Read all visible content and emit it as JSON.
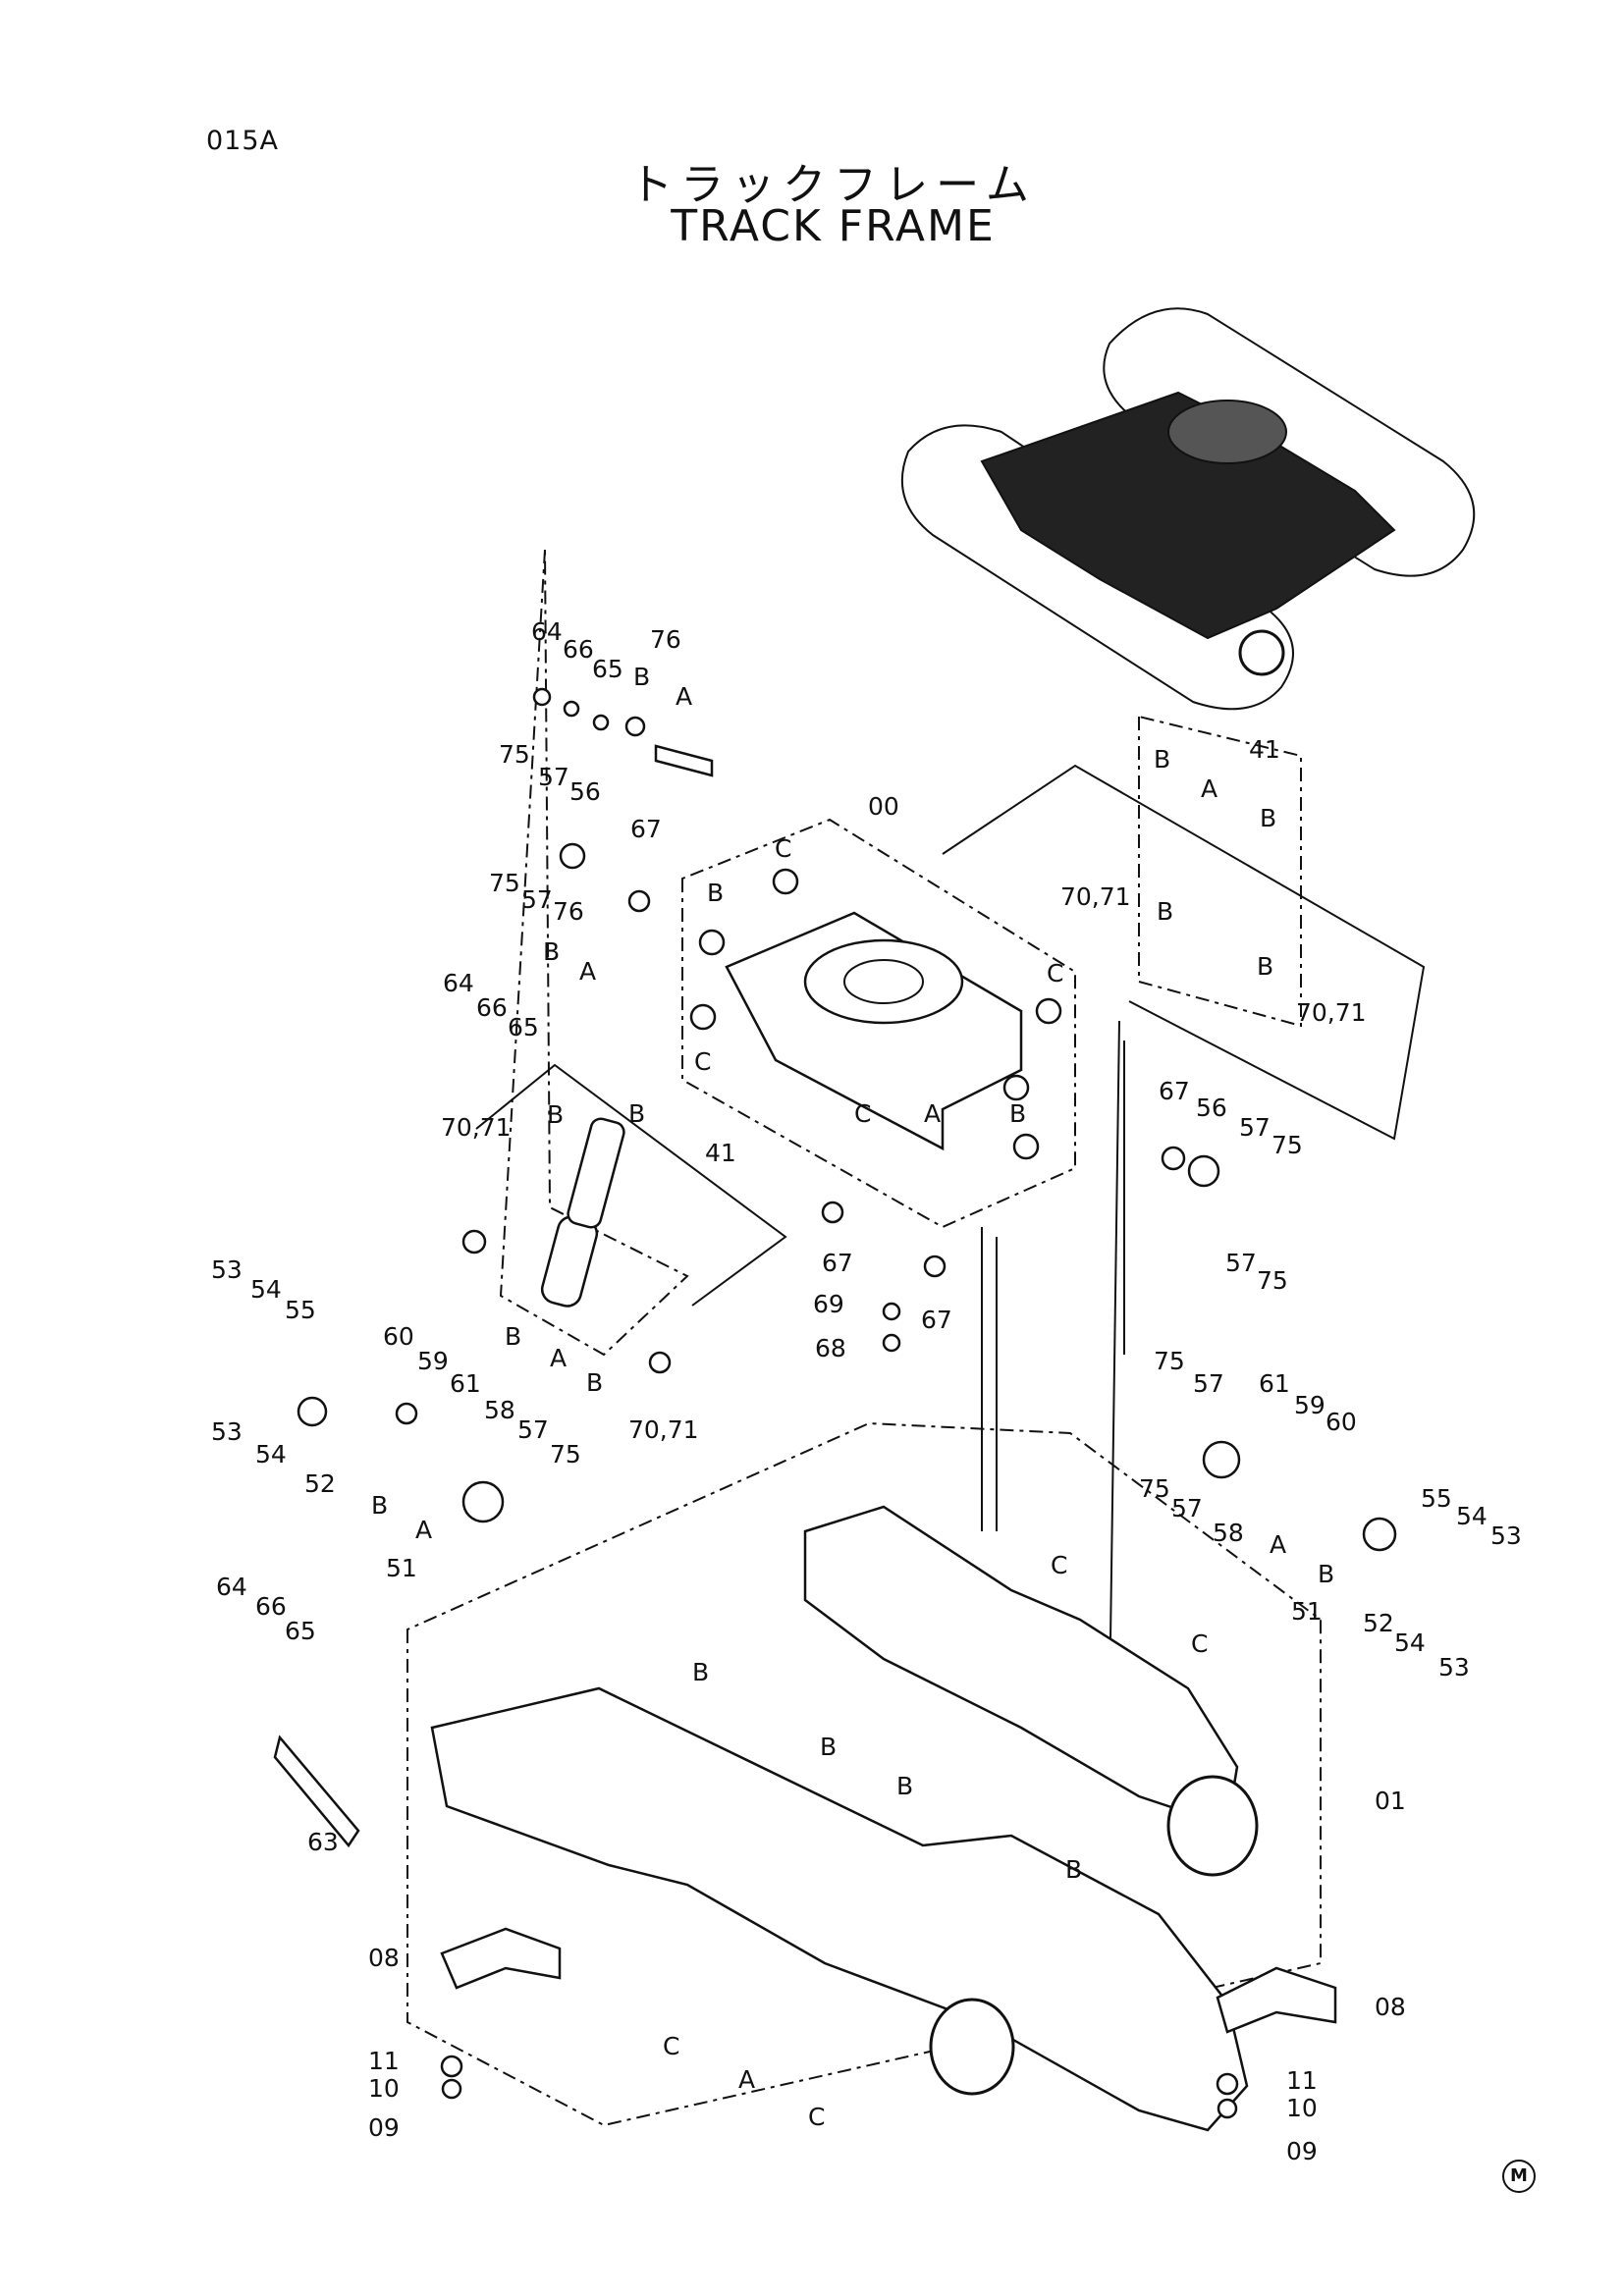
{
  "page_code": "015A",
  "title_jp": "トラックフレーム",
  "title_en": "TRACK FRAME",
  "corner_mark": "M",
  "callouts": {
    "c64a": "64",
    "c66a": "66",
    "c65a": "65",
    "c76a": "76",
    "cBa": "B",
    "cAa": "A",
    "c75a": "75",
    "c57a": "57",
    "c56a": "56",
    "c75b": "75",
    "c57b": "57",
    "c67a": "67",
    "c00": "00",
    "cCa": "C",
    "cBb": "B",
    "c64b": "64",
    "c66b": "66",
    "c65b": "65",
    "c76b": "76",
    "cBc": "B",
    "cAb": "A",
    "cCb": "C",
    "c41a": "41",
    "cBd": "B",
    "cAc": "A",
    "cBe": "B",
    "cBf": "B",
    "cBg": "B",
    "c7071a": "70,71",
    "c7071b": "70,71",
    "cCc": "C",
    "cCd": "C",
    "cAd": "A",
    "cBh": "B",
    "c67b": "67",
    "c56b": "56",
    "c57c": "57",
    "c75c": "75",
    "c57d": "57",
    "c75d": "75",
    "cBi": "B",
    "cBj": "B",
    "c41b": "41",
    "c7071c": "70,71",
    "cBk": "B",
    "cAe": "A",
    "cBl": "B",
    "c7071d": "70,71",
    "c67c": "67",
    "c69": "69",
    "c68": "68",
    "c67d": "67",
    "c53a": "53",
    "c54a": "54",
    "c55a": "55",
    "c53b": "53",
    "c54b": "54",
    "c52a": "52",
    "c60a": "60",
    "c59a": "59",
    "c61a": "61",
    "c58a": "58",
    "c57e": "57",
    "c75e": "75",
    "cBm": "B",
    "cAf": "A",
    "c51a": "51",
    "c75f": "75",
    "c57f": "57",
    "c61b": "61",
    "c59b": "59",
    "c60b": "60",
    "c75g": "75",
    "c57g": "57",
    "c58b": "58",
    "cAg": "A",
    "cBn": "B",
    "c51b": "51",
    "c55b": "55",
    "c54c": "54",
    "c53c": "53",
    "c52b": "52",
    "c54d": "54",
    "c53d": "53",
    "c64c": "64",
    "c66c": "66",
    "c65c": "65",
    "c63": "63",
    "cCe": "C",
    "cCf": "C",
    "cBo": "B",
    "cBp": "B",
    "cBq": "B",
    "cBr": "B",
    "c01": "01",
    "c08a": "08",
    "c11a": "11",
    "c10a": "10",
    "c09a": "09",
    "cCg": "C",
    "cAh": "A",
    "cCh": "C",
    "c08b": "08",
    "c11b": "11",
    "c10b": "10",
    "c09b": "09"
  }
}
